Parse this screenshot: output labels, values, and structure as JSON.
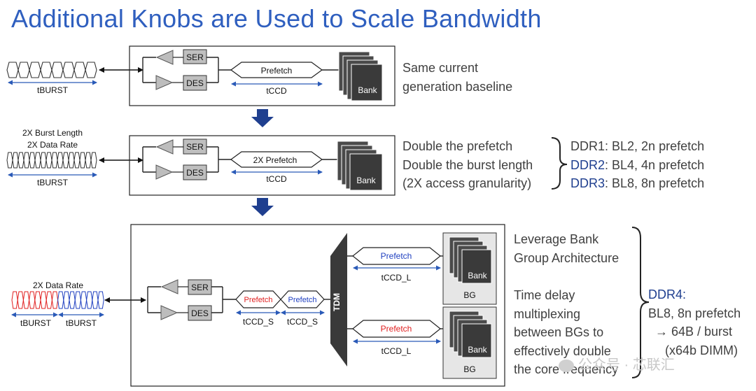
{
  "title": "Additional Knobs are Used to Scale Bandwidth",
  "colors": {
    "title": "#2f5fbf",
    "arrow_down": "#1f3f8f",
    "highlight": "#1f3f8f",
    "blue_signal": "#2040c0",
    "red_signal": "#e02020",
    "bank": "#3a3a3a",
    "tdm": "#3a3a3a"
  },
  "stage1": {
    "burst_label": "tBURST",
    "ser": "SER",
    "des": "DES",
    "prefetch": "Prefetch",
    "tccd": "tCCD",
    "bank": "Bank",
    "note": [
      "Same current",
      "generation baseline"
    ]
  },
  "stage2": {
    "burst_length_label": "2X Burst Length",
    "data_rate_label": "2X Data Rate",
    "burst_label": "tBURST",
    "ser": "SER",
    "des": "DES",
    "prefetch": "2X Prefetch",
    "tccd": "tCCD",
    "bank": "Bank",
    "note": [
      "Double the prefetch",
      "Double the burst length",
      "(2X access granularity)"
    ],
    "ddr_list": [
      {
        "name": "DDR1",
        "desc": ": BL2, 2n prefetch",
        "highlight": false
      },
      {
        "name": "DDR2",
        "desc": ": BL4, 4n prefetch",
        "highlight": true
      },
      {
        "name": "DDR3",
        "desc": ": BL8, 8n prefetch",
        "highlight": true
      }
    ]
  },
  "stage3": {
    "data_rate_label": "2X Data Rate",
    "burst_label_1": "tBURST",
    "burst_label_2": "tBURST",
    "ser": "SER",
    "des": "DES",
    "prefetch_1": "Prefetch",
    "prefetch_2": "Prefetch",
    "tccd_s_1": "tCCD_S",
    "tccd_s_2": "tCCD_S",
    "tdm": "TDM",
    "bg_top": {
      "prefetch": "Prefetch",
      "tccd": "tCCD_L",
      "bank": "Bank",
      "bg": "BG"
    },
    "bg_bottom": {
      "prefetch": "Prefetch",
      "tccd": "tCCD_L",
      "bank": "Bank",
      "bg": "BG"
    },
    "note_1": [
      "Leverage Bank",
      "Group Architecture"
    ],
    "note_2": [
      "Time delay",
      "multiplexing",
      "between BGs to",
      "effectively double",
      "the core frequency"
    ],
    "ddr4": {
      "name": "DDR4:",
      "line1": "BL8, 8n prefetch",
      "line2": "→ 64B / burst",
      "line3": "(x64b DIMM)"
    }
  },
  "watermark": "公众号 · 芯联汇"
}
